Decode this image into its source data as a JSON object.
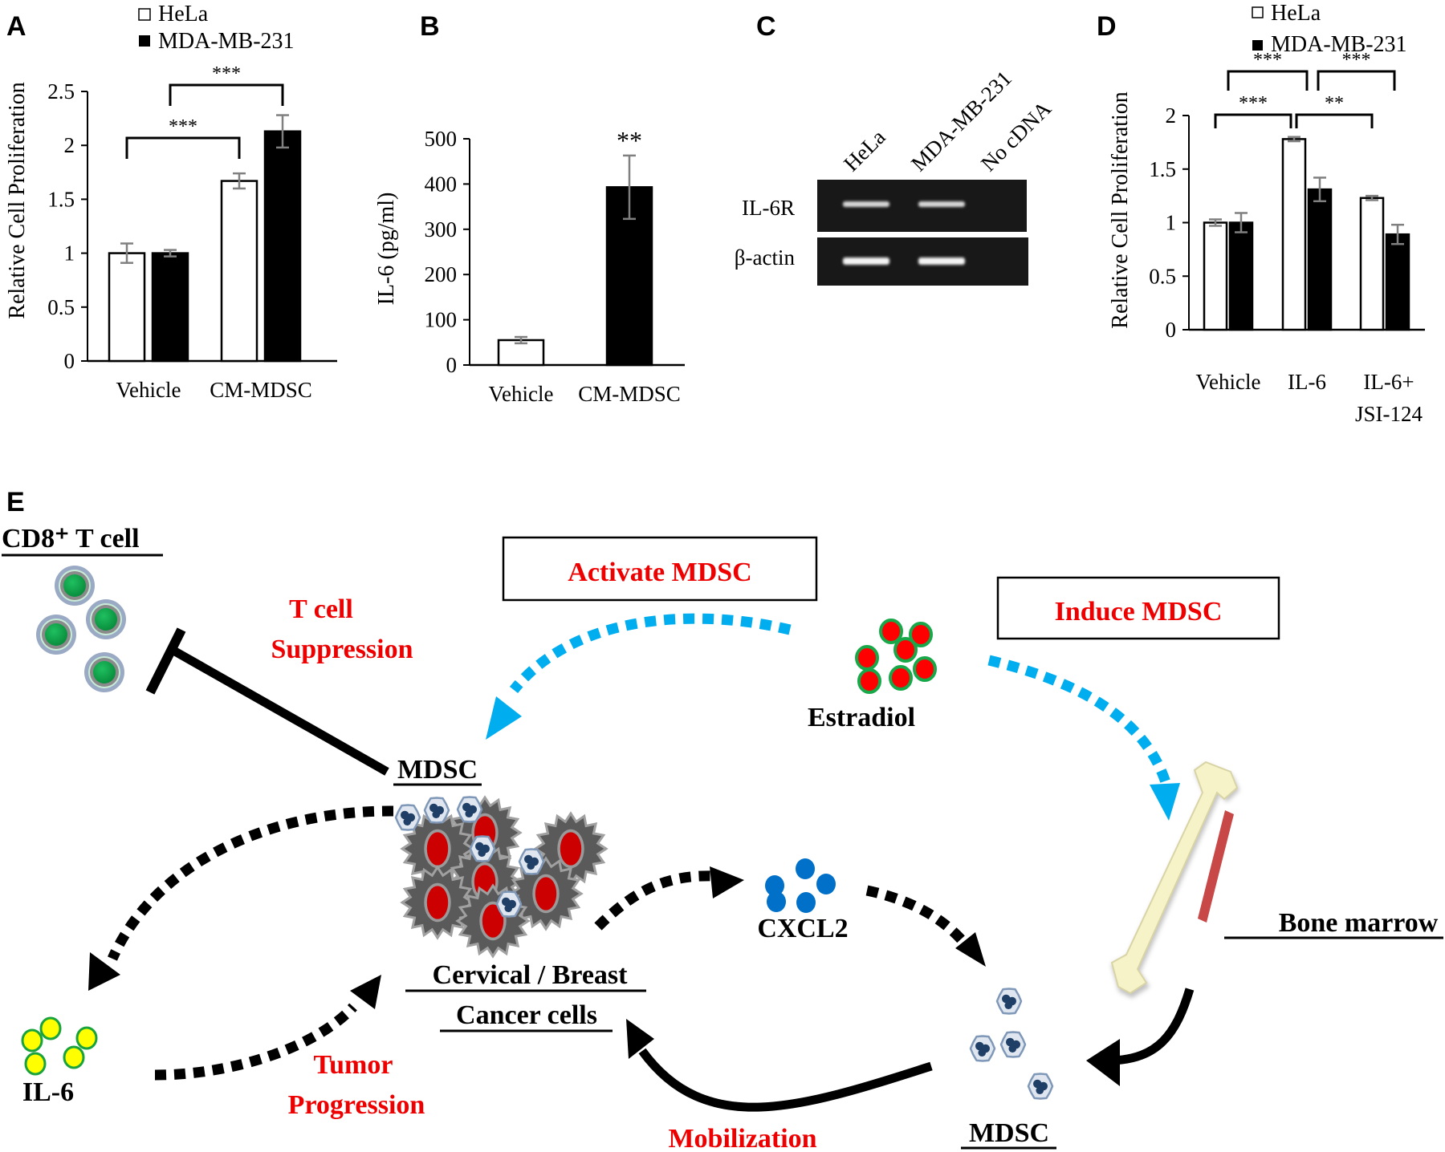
{
  "figure": {
    "panels": [
      "A",
      "B",
      "C",
      "D",
      "E"
    ]
  },
  "chart_data": [
    {
      "id": "A",
      "type": "bar",
      "title": "",
      "panel_label": "A",
      "xlabel": "",
      "ylabel": "Relative Cell Proliferation",
      "ylim": [
        0,
        2.5
      ],
      "yticks": [
        "0",
        "0.5",
        "1",
        "1.5",
        "2",
        "2.5"
      ],
      "ytick_values": [
        0,
        0.5,
        1,
        1.5,
        2,
        2.5
      ],
      "categories": [
        "Vehicle",
        "CM-MDSC"
      ],
      "legend": {
        "placement": "top",
        "entries": [
          "HeLa",
          "MDA-MB-231"
        ]
      },
      "series": [
        {
          "name": "HeLa",
          "fill": "#ffffff",
          "values": [
            1.0,
            1.67
          ],
          "errors": [
            0.09,
            0.07
          ]
        },
        {
          "name": "MDA-MB-231",
          "fill": "#000000",
          "values": [
            1.0,
            2.13
          ],
          "errors": [
            0.03,
            0.15
          ]
        }
      ],
      "significance": [
        {
          "from": [
            "Vehicle",
            "HeLa"
          ],
          "to": [
            "CM-MDSC",
            "HeLa"
          ],
          "label": "***"
        },
        {
          "from": [
            "Vehicle",
            "MDA-MB-231"
          ],
          "to": [
            "CM-MDSC",
            "MDA-MB-231"
          ],
          "label": "***"
        }
      ]
    },
    {
      "id": "B",
      "type": "bar",
      "panel_label": "B",
      "title": "",
      "xlabel": "",
      "ylabel": "IL-6 (pg/ml)",
      "ylim": [
        0,
        500
      ],
      "yticks": [
        "0",
        "100",
        "200",
        "300",
        "400",
        "500"
      ],
      "ytick_values": [
        0,
        100,
        200,
        300,
        400,
        500
      ],
      "categories": [
        "Vehicle",
        "CM-MDSC"
      ],
      "series": [
        {
          "name": "IL-6",
          "fills": [
            "#ffffff",
            "#000000"
          ],
          "values": [
            55,
            393
          ],
          "errors": [
            7,
            70
          ]
        }
      ],
      "significance": [
        {
          "on": "CM-MDSC",
          "label": "**"
        }
      ]
    },
    {
      "id": "C",
      "type": "table",
      "panel_label": "C",
      "title": "RT-PCR gel",
      "lanes": [
        "HeLa",
        "MDA-MB-231",
        "No cDNA"
      ],
      "rows": [
        {
          "label": "IL-6R",
          "bands": [
            true,
            true,
            false
          ]
        },
        {
          "label": "β-actin",
          "bands": [
            true,
            true,
            false
          ]
        }
      ]
    },
    {
      "id": "D",
      "type": "bar",
      "panel_label": "D",
      "title": "",
      "xlabel": "",
      "ylabel": "Relative Cell Proliferation",
      "ylim": [
        0,
        2
      ],
      "yticks": [
        "0",
        "0.5",
        "1",
        "1.5",
        "2"
      ],
      "ytick_values": [
        0,
        0.5,
        1,
        1.5,
        2
      ],
      "categories": [
        "Vehicle",
        "IL-6",
        "IL-6+\nJSI-124"
      ],
      "category_lines": [
        [
          "Vehicle"
        ],
        [
          "IL-6"
        ],
        [
          "IL-6+",
          "JSI-124"
        ]
      ],
      "legend": {
        "placement": "top",
        "entries": [
          "HeLa",
          "MDA-MB-231"
        ]
      },
      "series": [
        {
          "name": "HeLa",
          "fill": "#ffffff",
          "values": [
            1.0,
            1.78,
            1.23
          ],
          "errors": [
            0.03,
            0.02,
            0.02
          ]
        },
        {
          "name": "MDA-MB-231",
          "fill": "#000000",
          "values": [
            1.0,
            1.31,
            0.89
          ],
          "errors": [
            0.09,
            0.11,
            0.09
          ]
        }
      ],
      "significance": [
        {
          "from": [
            "Vehicle",
            "HeLa"
          ],
          "to": [
            "IL-6",
            "HeLa"
          ],
          "label": "***"
        },
        {
          "from": [
            "IL-6",
            "HeLa"
          ],
          "to": [
            "IL-6+JSI-124",
            "HeLa"
          ],
          "label": "**"
        },
        {
          "from": [
            "Vehicle",
            "MDA-MB-231"
          ],
          "to": [
            "IL-6",
            "MDA-MB-231"
          ],
          "label": "***"
        },
        {
          "from": [
            "IL-6",
            "MDA-MB-231"
          ],
          "to": [
            "IL-6+JSI-124",
            "MDA-MB-231"
          ],
          "label": "***"
        }
      ]
    }
  ],
  "diagram": {
    "panel_label": "E",
    "nodes": {
      "cd8": "CD8⁺ T cell",
      "t_suppression_1": "T cell",
      "t_suppression_2": "Suppression",
      "activate": "Activate MDSC",
      "induce": "Induce MDSC",
      "estradiol": "Estradiol",
      "mdsc_top": "MDSC",
      "cancer_1": "Cervical / Breast",
      "cancer_2": "Cancer cells",
      "cxcl2": "CXCL2",
      "bone_marrow": "Bone marrow",
      "il6": "IL-6",
      "tumor_1": "Tumor",
      "tumor_2": "Progression",
      "mobilization": "Mobilization",
      "mdsc_bottom": "MDSC"
    },
    "colors": {
      "red_text": "#ee0000",
      "blue_arrow": "#00aeef",
      "tcell_nucleus": "#0aa84f",
      "estradiol_fill": "#ff0000",
      "estradiol_ring": "#18a84a",
      "il6_fill": "#ffff00",
      "il6_ring": "#19a33c",
      "cxcl2": "#0070c8",
      "cancer_cell": "#5a5a5a",
      "cancer_nucleus": "#cc0000",
      "mdsc_body": "#dfe6f0",
      "mdsc_nucleus": "#1f3f66",
      "bone": "#f5f2c8",
      "marrow": "#c84848"
    }
  }
}
